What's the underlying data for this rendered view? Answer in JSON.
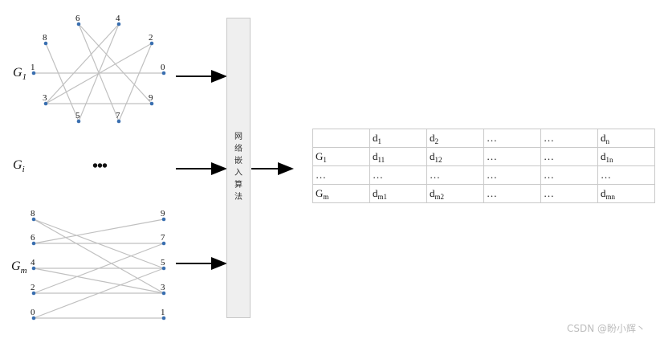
{
  "graphs": {
    "g1": {
      "label_base": "G",
      "label_sub": "1",
      "nodes": [
        "1",
        "8",
        "6",
        "4",
        "2",
        "0",
        "9",
        "7",
        "5",
        "3"
      ],
      "edges": [
        [
          "8",
          "5"
        ],
        [
          "6",
          "9"
        ],
        [
          "6",
          "7"
        ],
        [
          "4",
          "3"
        ],
        [
          "4",
          "5"
        ],
        [
          "2",
          "3"
        ],
        [
          "2",
          "7"
        ],
        [
          "1",
          "0"
        ],
        [
          "3",
          "9"
        ]
      ]
    },
    "gi": {
      "label_base": "G",
      "label_sub": "i",
      "ellipsis": "•••"
    },
    "gm": {
      "label_base": "G",
      "label_sub": "m",
      "nodes": [
        "8",
        "6",
        "4",
        "2",
        "0",
        "9",
        "7",
        "5",
        "3",
        "1"
      ],
      "edges": [
        [
          "8",
          "5"
        ],
        [
          "8",
          "3"
        ],
        [
          "6",
          "9"
        ],
        [
          "6",
          "7"
        ],
        [
          "4",
          "5"
        ],
        [
          "4",
          "3"
        ],
        [
          "2",
          "7"
        ],
        [
          "2",
          "3"
        ],
        [
          "0",
          "5"
        ],
        [
          "0",
          "1"
        ]
      ]
    }
  },
  "algorithm_box": {
    "label": "网络嵌入算法"
  },
  "output_matrix": {
    "rows": [
      [
        {
          "t": "",
          "s": ""
        },
        {
          "t": "d",
          "s": "1"
        },
        {
          "t": "d",
          "s": "2"
        },
        {
          "t": "…",
          "s": ""
        },
        {
          "t": "…",
          "s": ""
        },
        {
          "t": "d",
          "s": "n"
        }
      ],
      [
        {
          "t": "G",
          "s": "1"
        },
        {
          "t": "d",
          "s": "11"
        },
        {
          "t": "d",
          "s": "12"
        },
        {
          "t": "…",
          "s": ""
        },
        {
          "t": "…",
          "s": ""
        },
        {
          "t": "d",
          "s": "1n"
        }
      ],
      [
        {
          "t": "…",
          "s": ""
        },
        {
          "t": "…",
          "s": ""
        },
        {
          "t": "…",
          "s": ""
        },
        {
          "t": "…",
          "s": ""
        },
        {
          "t": "…",
          "s": ""
        },
        {
          "t": "…",
          "s": ""
        }
      ],
      [
        {
          "t": "G",
          "s": "m"
        },
        {
          "t": "d",
          "s": "m1"
        },
        {
          "t": "d",
          "s": "m2"
        },
        {
          "t": "…",
          "s": ""
        },
        {
          "t": "…",
          "s": ""
        },
        {
          "t": "d",
          "s": "mn"
        }
      ]
    ]
  },
  "watermark": "CSDN @盼小辉丶",
  "colors": {
    "node": "#3a6fb0",
    "edge": "#c0c0c0",
    "arrow": "#000000",
    "box_fill": "#efefef"
  }
}
